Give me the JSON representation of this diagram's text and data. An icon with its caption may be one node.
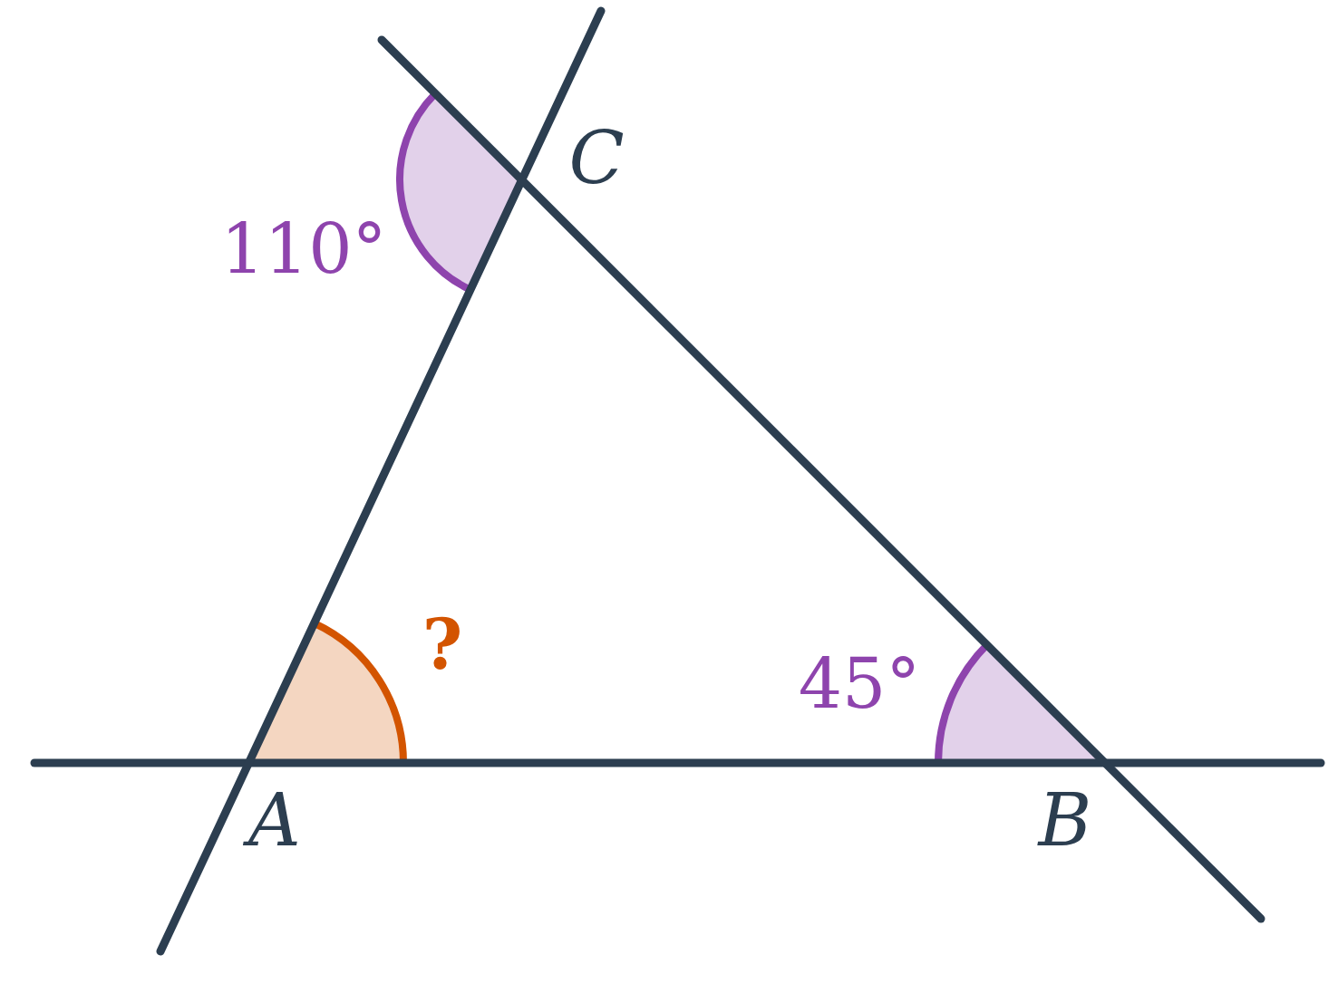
{
  "diagram": {
    "labels": [
      "C",
      "110°",
      "?",
      "45°",
      "A",
      "B"
    ]
  }
}
